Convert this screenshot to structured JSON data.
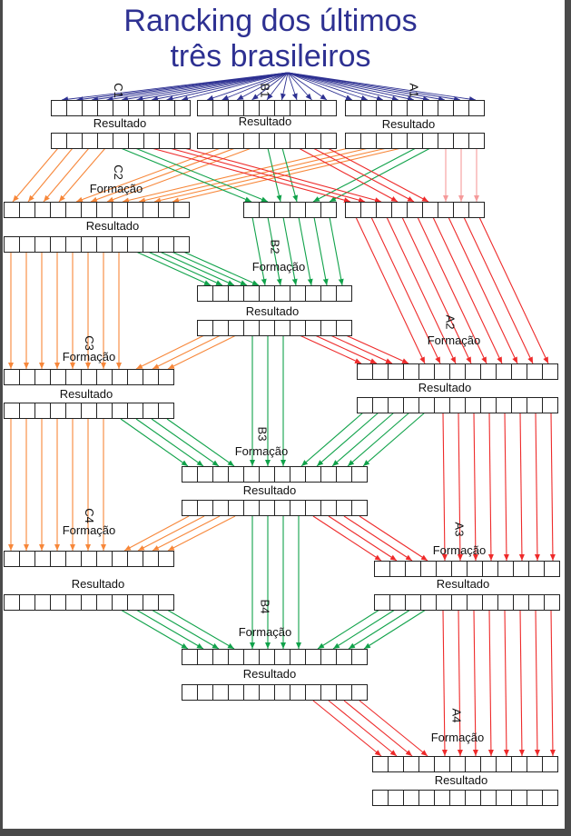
{
  "title": {
    "line1": "Rancking dos últimos",
    "line2": "três brasileiros"
  },
  "labels": {
    "resultado": "Resultado",
    "formacao": "Formação"
  },
  "groups": {
    "c1": "C1",
    "b1": "B1",
    "a1": "A1",
    "c2": "C2",
    "b2": "B2",
    "a2": "A2",
    "c3": "C3",
    "b3": "B3",
    "a3": "A3",
    "c4": "C4",
    "b4": "B4",
    "a4": "A4"
  },
  "boxes": [
    {
      "name": "c1-formacao",
      "cells": 9
    },
    {
      "name": "b1-formacao",
      "cells": 9
    },
    {
      "name": "a1-formacao",
      "cells": 9
    },
    {
      "name": "c1-resultado",
      "cells": 9
    },
    {
      "name": "b1-resultado",
      "cells": 9
    },
    {
      "name": "a1-resultado",
      "cells": 9
    },
    {
      "name": "c2-formacao",
      "cells": 12
    },
    {
      "name": "b2-entrada",
      "cells": 6
    },
    {
      "name": "a2-entrada",
      "cells": 9
    },
    {
      "name": "c2-resultado",
      "cells": 12
    },
    {
      "name": "b2-formacao",
      "cells": 10
    },
    {
      "name": "b2-resultado",
      "cells": 10
    },
    {
      "name": "c3-formacao",
      "cells": 11
    },
    {
      "name": "c3-resultado",
      "cells": 11
    },
    {
      "name": "a2-formacao",
      "cells": 13
    },
    {
      "name": "a2-resultado",
      "cells": 13
    },
    {
      "name": "b3-formacao",
      "cells": 12
    },
    {
      "name": "b3-resultado",
      "cells": 12
    },
    {
      "name": "c4-formacao",
      "cells": 11
    },
    {
      "name": "c4-resultado",
      "cells": 11
    },
    {
      "name": "a3-formacao",
      "cells": 12
    },
    {
      "name": "a3-resultado",
      "cells": 12
    },
    {
      "name": "b4-formacao",
      "cells": 12
    },
    {
      "name": "b4-resultado",
      "cells": 12
    },
    {
      "name": "a4-formacao",
      "cells": 12
    },
    {
      "name": "a4-resultado",
      "cells": 12
    }
  ],
  "colors": {
    "title": "#2e3192",
    "c": "#f7873a",
    "b": "#10a24a",
    "a": "#ee2a2a",
    "a_light": "#f59a9a",
    "root": "#2e3192"
  }
}
